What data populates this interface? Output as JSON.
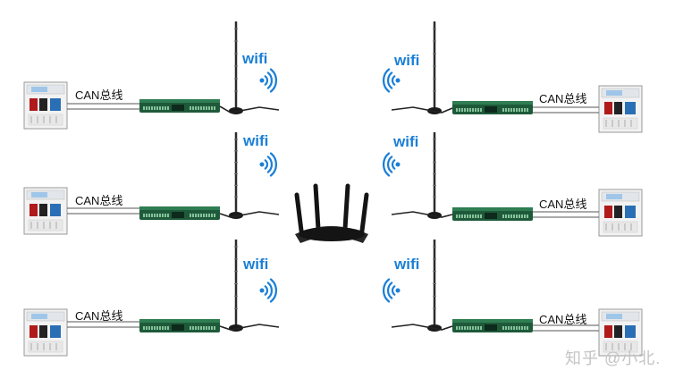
{
  "rows": [
    {
      "left": {
        "can_label": "CAN总线",
        "wifi_label": "wifi"
      },
      "right": {
        "can_label": "CAN总线",
        "wifi_label": "wifi"
      }
    },
    {
      "left": {
        "can_label": "CAN总线",
        "wifi_label": "wifi"
      },
      "right": {
        "can_label": "CAN总线",
        "wifi_label": "wifi"
      }
    },
    {
      "left": {
        "can_label": "CAN总线",
        "wifi_label": "wifi"
      },
      "right": {
        "can_label": "CAN总线",
        "wifi_label": "wifi"
      }
    }
  ],
  "watermark": "知乎 @小北.",
  "colors": {
    "wifi_text": "#1a7fd6",
    "wifi_waves": "#1a7fd6",
    "gateway_body": "#1e5a3a",
    "router_body": "#141414",
    "cable": "#222222",
    "panel_border": "#9a9a9a"
  },
  "icons": [
    "controller-panel-icon",
    "can-gateway-icon",
    "antenna-icon",
    "wifi-signal-icon",
    "router-icon"
  ]
}
